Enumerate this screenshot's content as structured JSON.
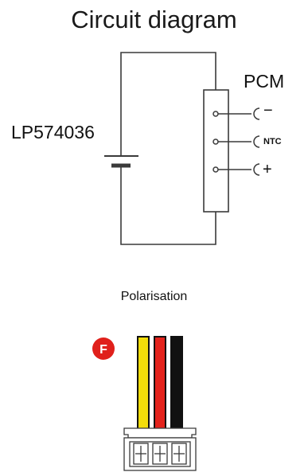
{
  "title": "Circuit diagram",
  "circuit": {
    "battery_label": "LP574036",
    "module_label": "PCM",
    "pins": {
      "minus": "−",
      "ntc": "NTC",
      "plus": "+"
    }
  },
  "polarisation": {
    "label": "Polarisation",
    "badge_letter": "F",
    "badge_color": "#e0201b",
    "wire_colors": [
      "#f2dd0a",
      "#e3231c",
      "#111111"
    ]
  }
}
